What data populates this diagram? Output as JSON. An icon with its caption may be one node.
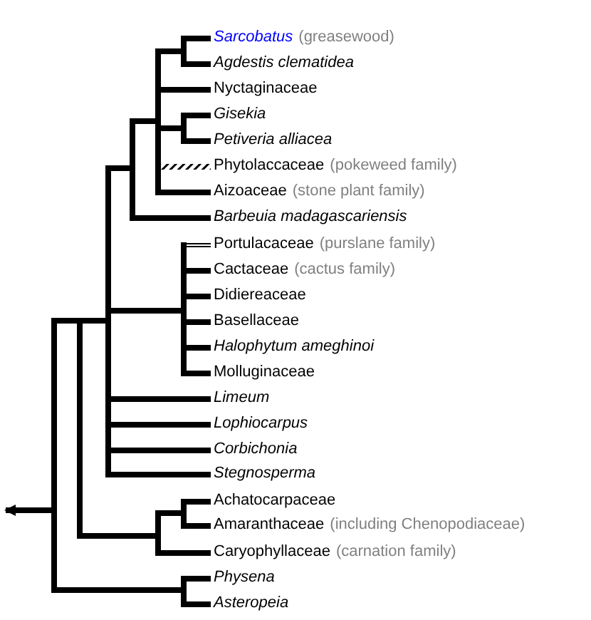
{
  "diagram": {
    "nodes": [
      {
        "text": [],
        "shape": "bar"
      },
      {
        "text": [],
        "shape": "bar"
      },
      {
        "text": [],
        "shape": "bar"
      },
      {
        "text": [],
        "shape": "bar"
      },
      {
        "text": [],
        "shape": "bar"
      },
      {
        "text": [],
        "shape": "bar"
      },
      {
        "text": [],
        "shape": "bar"
      },
      {
        "text": [],
        "shape": "bar"
      },
      {
        "text": [],
        "shape": "bar"
      },
      {
        "text": [],
        "shape": "bar"
      },
      {
        "text": [],
        "shape": "bar"
      },
      {
        "text": [
          "Sarcobatus",
          "(greasewood)"
        ]
      },
      {
        "text": [
          "Agdestis clematidea"
        ]
      },
      {
        "text": [
          "Nyctaginaceae"
        ]
      },
      {
        "text": [
          "Gisekia"
        ]
      },
      {
        "text": [
          "Petiveria alliacea"
        ]
      },
      {
        "text": [
          "Phytolaccaceae",
          "(pokeweed family)"
        ]
      },
      {
        "text": [
          "Aizoaceae",
          "(stone plant family)"
        ]
      },
      {
        "text": [
          "Barbeuia madagascariensis"
        ]
      },
      {
        "text": [
          "Portulacaceae",
          "(purslane family)"
        ]
      },
      {
        "text": [
          "Cactaceae",
          "(cactus family)"
        ]
      },
      {
        "text": [
          "Didiereaceae"
        ]
      },
      {
        "text": [
          "Basellaceae"
        ]
      },
      {
        "text": [
          "Halophytum ameghinoi"
        ]
      },
      {
        "text": [
          "Molluginaceae"
        ]
      },
      {
        "text": [
          "Limeum"
        ]
      },
      {
        "text": [
          "Lophiocarpus"
        ]
      },
      {
        "text": [
          "Corbichonia"
        ]
      },
      {
        "text": [
          "Stegnosperma"
        ]
      },
      {
        "text": [
          "Achatocarpaceae"
        ]
      },
      {
        "text": [
          "Amaranthaceae",
          "(including Chenopodiaceae)"
        ]
      },
      {
        "text": [
          "Caryophyllaceae",
          "(carnation family)"
        ]
      },
      {
        "text": [
          "Physena"
        ]
      },
      {
        "text": [
          "Asteropeia"
        ]
      }
    ],
    "edges": [
      {
        "from": 0,
        "to": 1,
        "arrow": "none"
      },
      {
        "from": 0,
        "to": 10,
        "arrow": "none"
      },
      {
        "from": 1,
        "to": 2,
        "arrow": "none"
      },
      {
        "from": 1,
        "to": 8,
        "arrow": "none"
      },
      {
        "from": 2,
        "to": 3,
        "arrow": "none"
      },
      {
        "from": 2,
        "to": 7,
        "arrow": "none"
      },
      {
        "from": 2,
        "to": 25,
        "arrow": "none"
      },
      {
        "from": 2,
        "to": 26,
        "arrow": "none"
      },
      {
        "from": 2,
        "to": 27,
        "arrow": "none"
      },
      {
        "from": 2,
        "to": 28,
        "arrow": "none"
      },
      {
        "from": 3,
        "to": 4,
        "arrow": "none"
      },
      {
        "from": 3,
        "to": 18,
        "arrow": "none"
      },
      {
        "from": 4,
        "to": 5,
        "arrow": "none"
      },
      {
        "from": 4,
        "to": 13,
        "arrow": "none"
      },
      {
        "from": 4,
        "to": 6,
        "arrow": "none"
      },
      {
        "from": 4,
        "to": 16,
        "arrow": "none"
      },
      {
        "from": 4,
        "to": 17,
        "arrow": "none"
      },
      {
        "from": 5,
        "to": 11,
        "arrow": "none"
      },
      {
        "from": 5,
        "to": 12,
        "arrow": "none"
      },
      {
        "from": 6,
        "to": 14,
        "arrow": "none"
      },
      {
        "from": 6,
        "to": 15,
        "arrow": "none"
      },
      {
        "from": 7,
        "to": 19,
        "arrow": "none"
      },
      {
        "from": 7,
        "to": 20,
        "arrow": "none"
      },
      {
        "from": 7,
        "to": 21,
        "arrow": "none"
      },
      {
        "from": 7,
        "to": 22,
        "arrow": "none"
      },
      {
        "from": 7,
        "to": 23,
        "arrow": "none"
      },
      {
        "from": 7,
        "to": 24,
        "arrow": "none"
      },
      {
        "from": 8,
        "to": 9,
        "arrow": "none"
      },
      {
        "from": 8,
        "to": 31,
        "arrow": "none"
      },
      {
        "from": 9,
        "to": 29,
        "arrow": "none"
      },
      {
        "from": 9,
        "to": 30,
        "arrow": "none"
      },
      {
        "from": 10,
        "to": 32,
        "arrow": "none"
      },
      {
        "from": 10,
        "to": 33,
        "arrow": "none"
      },
      {
        "from": 0,
        "to": null,
        "arrow": "to"
      }
    ]
  }
}
